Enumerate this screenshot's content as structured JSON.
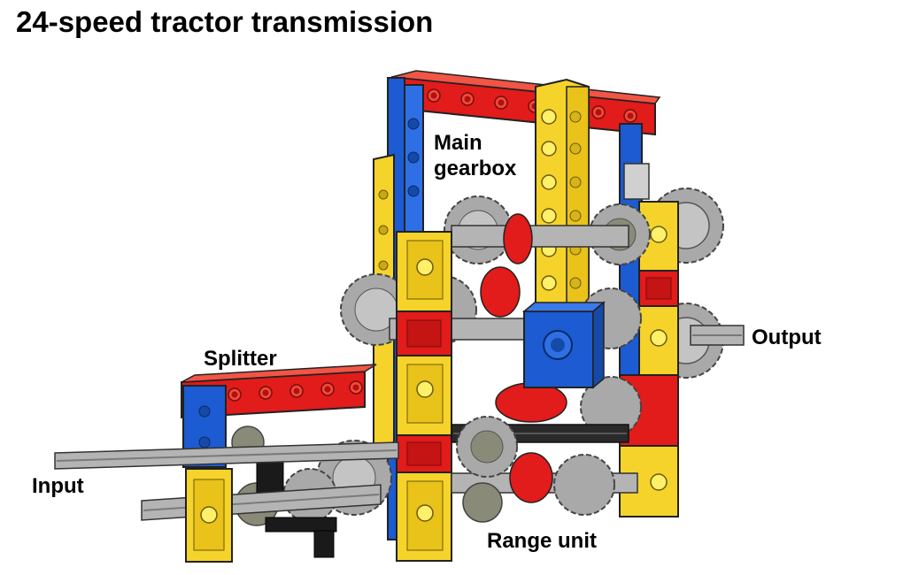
{
  "title": "24-speed tractor transmission",
  "labels": {
    "main_gearbox_line1": "Main",
    "main_gearbox_line2": "gearbox",
    "splitter": "Splitter",
    "output": "Output",
    "input": "Input",
    "range_unit": "Range unit"
  },
  "colors": {
    "brick_red": "#e21b1b",
    "brick_blue": "#1c5bd1",
    "brick_yellow": "#f5d32a",
    "gear_gray": "#a9a9a9",
    "axle_gray": "#b4b4b4",
    "dark_gray": "#6b6b58",
    "black": "#1a1a1a",
    "outline": "#222222"
  }
}
